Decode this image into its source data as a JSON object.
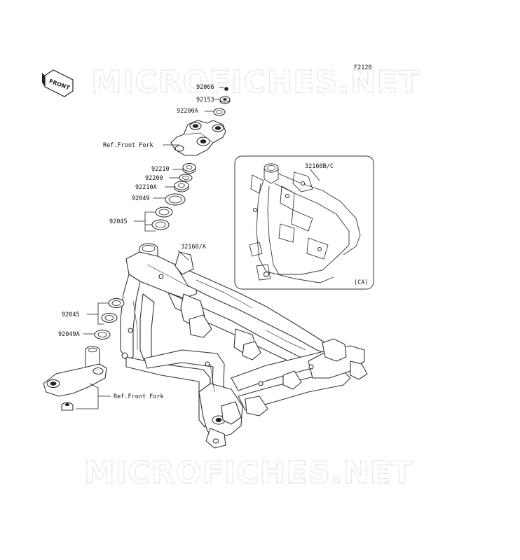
{
  "diagram_code": "F2120",
  "watermark": "MICROFICHES.NET",
  "front_label": "FRONT",
  "inset_variant": "(CA)",
  "part_labels": {
    "p92066": "92066",
    "p92153": "92153",
    "p92200A": "92200A",
    "ref_front_fork_upper": "Ref.Front Fork",
    "p92210": "92210",
    "p92200": "92200",
    "p92210A": "92210A",
    "p92049": "92049",
    "p92045_upper": "92045",
    "p32160A": "32160/A",
    "p32160BC": "32160B/C",
    "p92045_lower": "92045",
    "p92049A": "92049A",
    "ref_front_fork_lower": "Ref.Front Fork"
  }
}
